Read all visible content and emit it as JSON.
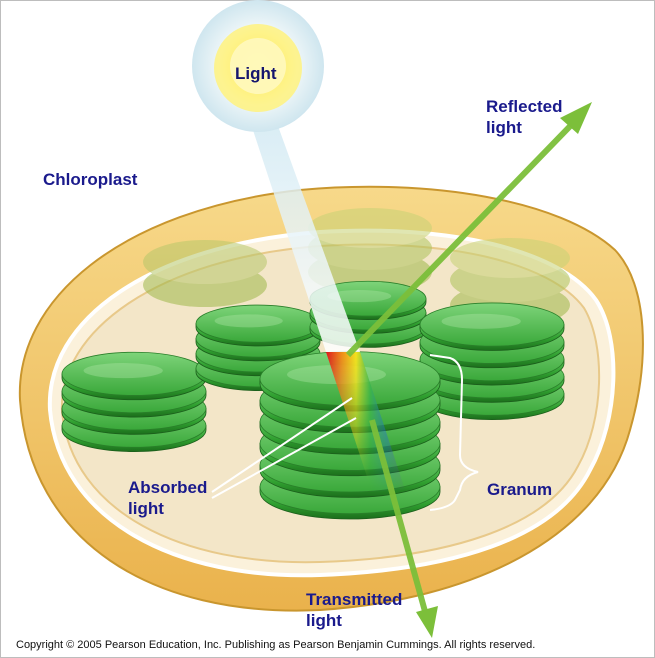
{
  "labels": {
    "light": "Light",
    "reflected_light": [
      "Reflected",
      "light"
    ],
    "chloroplast": "Chloroplast",
    "absorbed_light": [
      "Absorbed",
      "light"
    ],
    "granum": "Granum",
    "transmitted_light": [
      "Transmitted",
      "light"
    ]
  },
  "copyright": "Copyright © 2005 Pearson Education, Inc. Publishing as Pearson Benjamin Cummings. All rights reserved.",
  "colors": {
    "outer_membrane": "#f2c560",
    "stroma": "#f5ead2",
    "thylakoid": "#2f9e2f",
    "arrow": "#7cbf3a",
    "label": "#1a1a8c"
  }
}
